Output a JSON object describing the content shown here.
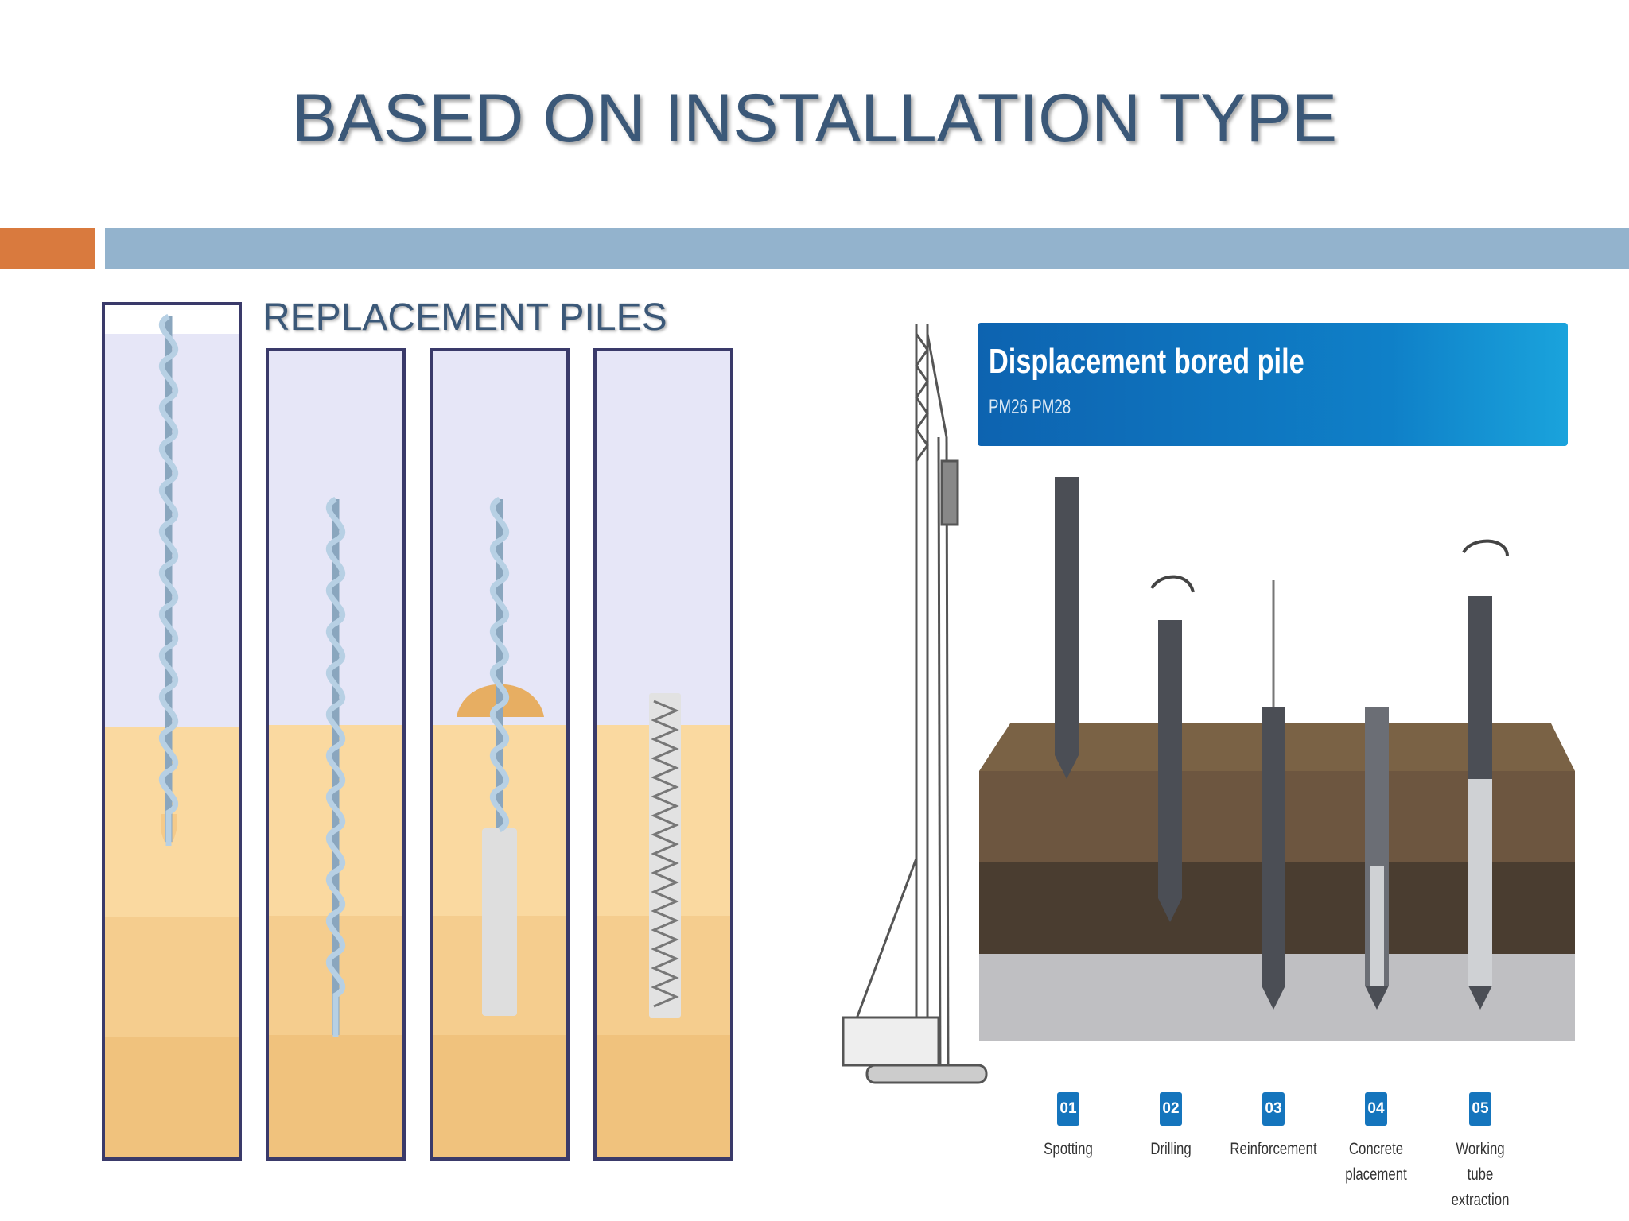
{
  "slide": {
    "title": "BASED ON INSTALLATION TYPE",
    "left_caption": "REPLACEMENT PILES"
  },
  "figure": {
    "banner_title": "Displacement bored pile",
    "banner_models": "PM26   PM28",
    "steps": [
      {
        "number": "01",
        "label": "Spotting"
      },
      {
        "number": "02",
        "label": "Drilling"
      },
      {
        "number": "03",
        "label": "Reinforcement"
      },
      {
        "number": "04",
        "label": "Concrete placement"
      },
      {
        "number": "05",
        "label": "Working tube extraction"
      }
    ]
  },
  "colors": {
    "title": "#3b5878",
    "band_accent": "#d97a3e",
    "band_main": "#93b3cd",
    "sky": "#e6e6f7",
    "sand_light": "#fad9a0",
    "sand_mid": "#f5cd8e",
    "sand_dark": "#f0c27d",
    "banner": "#0f80c8",
    "badge": "#1575bd"
  }
}
